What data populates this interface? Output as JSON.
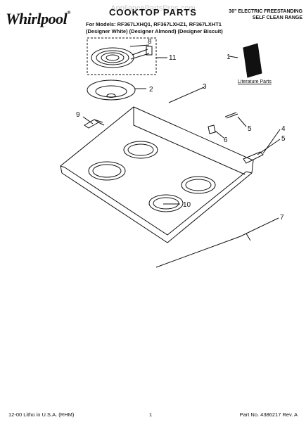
{
  "brand": {
    "name": "Whirlpool"
  },
  "watermark": "AppliancePartsPros.com",
  "title": "COOKTOP PARTS",
  "range": {
    "line1": "30\" ELECTRIC FREESTANDING",
    "line2": "SELF CLEAN RANGE"
  },
  "models": {
    "line1": "For Models: RF367LXHQ1, RF367LXHZ1, RF367LXHT1",
    "line2": "(Designer White) (Designer Almond) (Designer Biscuit)"
  },
  "literature_label": "Literature Parts",
  "callouts": [
    "1",
    "2",
    "3",
    "4",
    "5",
    "5",
    "6",
    "7",
    "8",
    "9",
    "10",
    "11"
  ],
  "footer": {
    "left": "12-00 Litho in U.S.A. (RHM)",
    "center": "1",
    "right": "Part No. 4386217 Rev. A"
  }
}
